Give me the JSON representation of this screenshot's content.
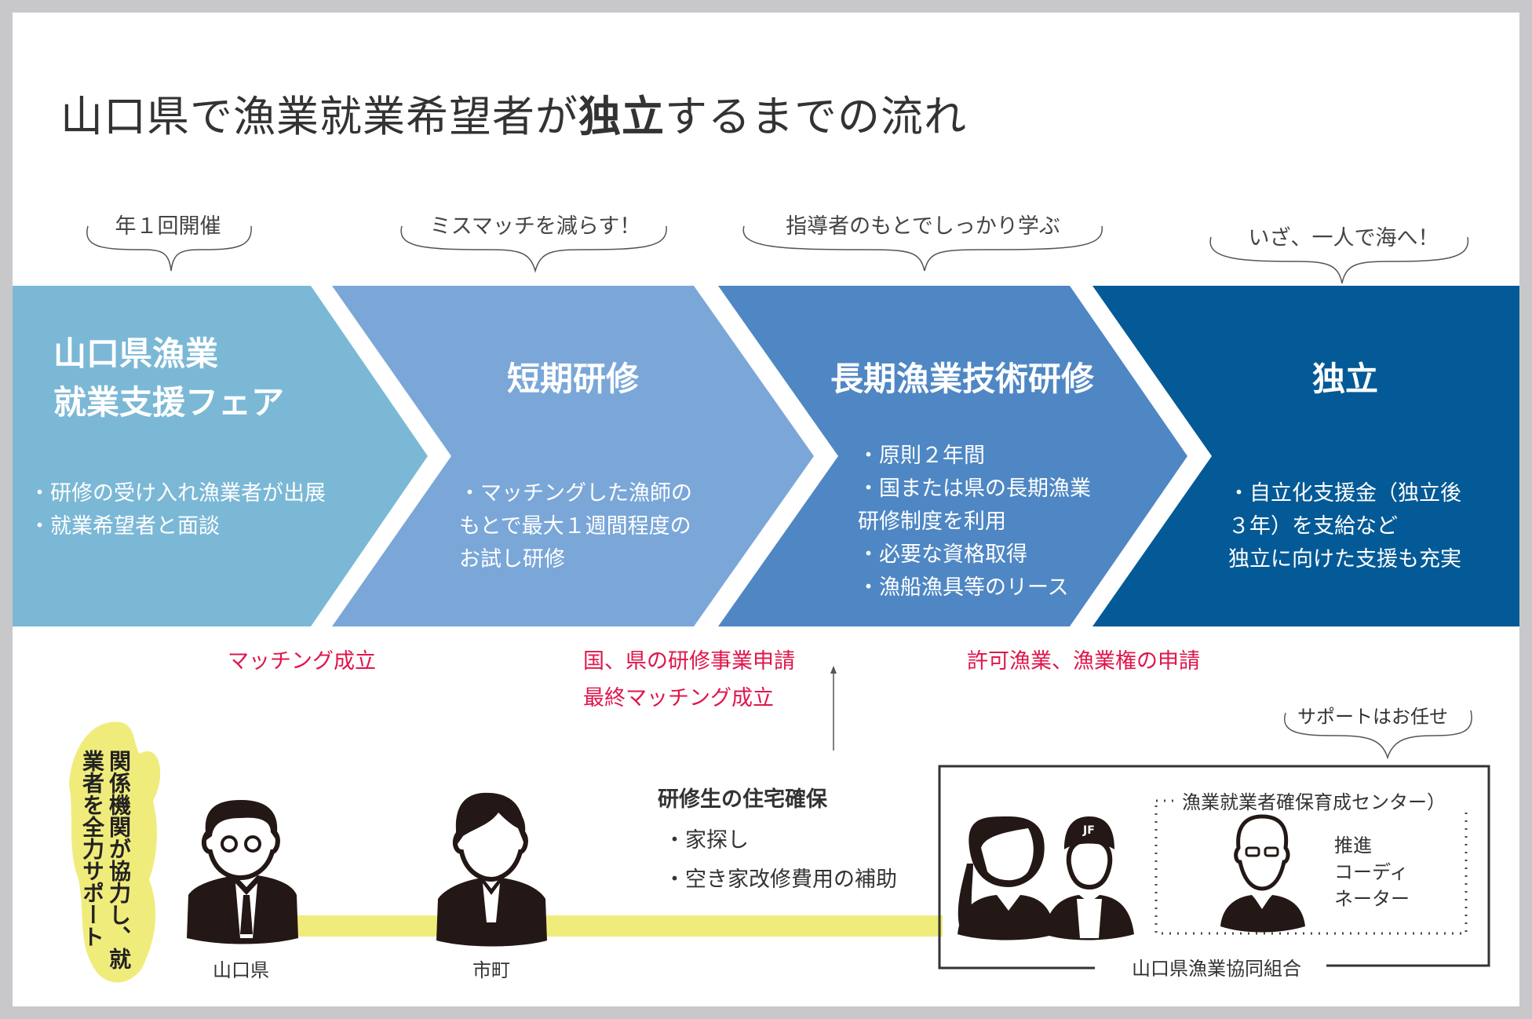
{
  "title": {
    "pre": "山口県で漁業就業希望者が",
    "bold": "独立",
    "post": "するまでの流れ"
  },
  "callouts": [
    "年１回開催",
    "ミスマッチを減らす！",
    "指導者のもとでしっかり学ぶ",
    "いざ、一人で海へ！"
  ],
  "colors": {
    "stage1": "#7bb8d6",
    "stage2": "#7aa7d8",
    "stage3": "#4f87c4",
    "stage4": "#045a96",
    "red": "#e0164b",
    "yellow": "#f0ec7c"
  },
  "stages": [
    {
      "title": [
        "山口県漁業",
        "就業支援フェア"
      ],
      "items": [
        "・研修の受け入れ漁業者が出展",
        "・就業希望者と面談"
      ]
    },
    {
      "title": [
        "短期研修"
      ],
      "items": [
        "・マッチングした漁師の",
        "もとで最大１週間程度の",
        "お試し研修"
      ]
    },
    {
      "title": [
        "長期漁業技術研修"
      ],
      "items": [
        "・原則２年間",
        "・国または県の長期漁業",
        "研修制度を利用",
        "・必要な資格取得",
        "・漁船漁具等のリース"
      ]
    },
    {
      "title": [
        "独立"
      ],
      "items": [
        "・自立化支援金（独立後",
        "３年）を支給など",
        "独立に向けた支援も充実"
      ]
    }
  ],
  "milestones": {
    "m1": "マッチング成立",
    "m2a": "国、県の研修事業申請",
    "m2b": "最終マッチング成立",
    "m3": "許可漁業、漁業権の申請"
  },
  "support_text": "関係機関が協力し、就業者を全力サポート",
  "actors": {
    "pref": "山口県",
    "city": "市町"
  },
  "housing": {
    "title": "研修生の住宅確保",
    "items": [
      "・家探し",
      "・空き家改修費用の補助"
    ]
  },
  "coop": {
    "label": "山口県漁業協同組合",
    "center": "漁業就業者確保育成センター）",
    "coordinator": [
      "推進",
      "コーディ",
      "ネーター"
    ],
    "callout": "サポートはお任せ",
    "cap_logo": "JF"
  }
}
